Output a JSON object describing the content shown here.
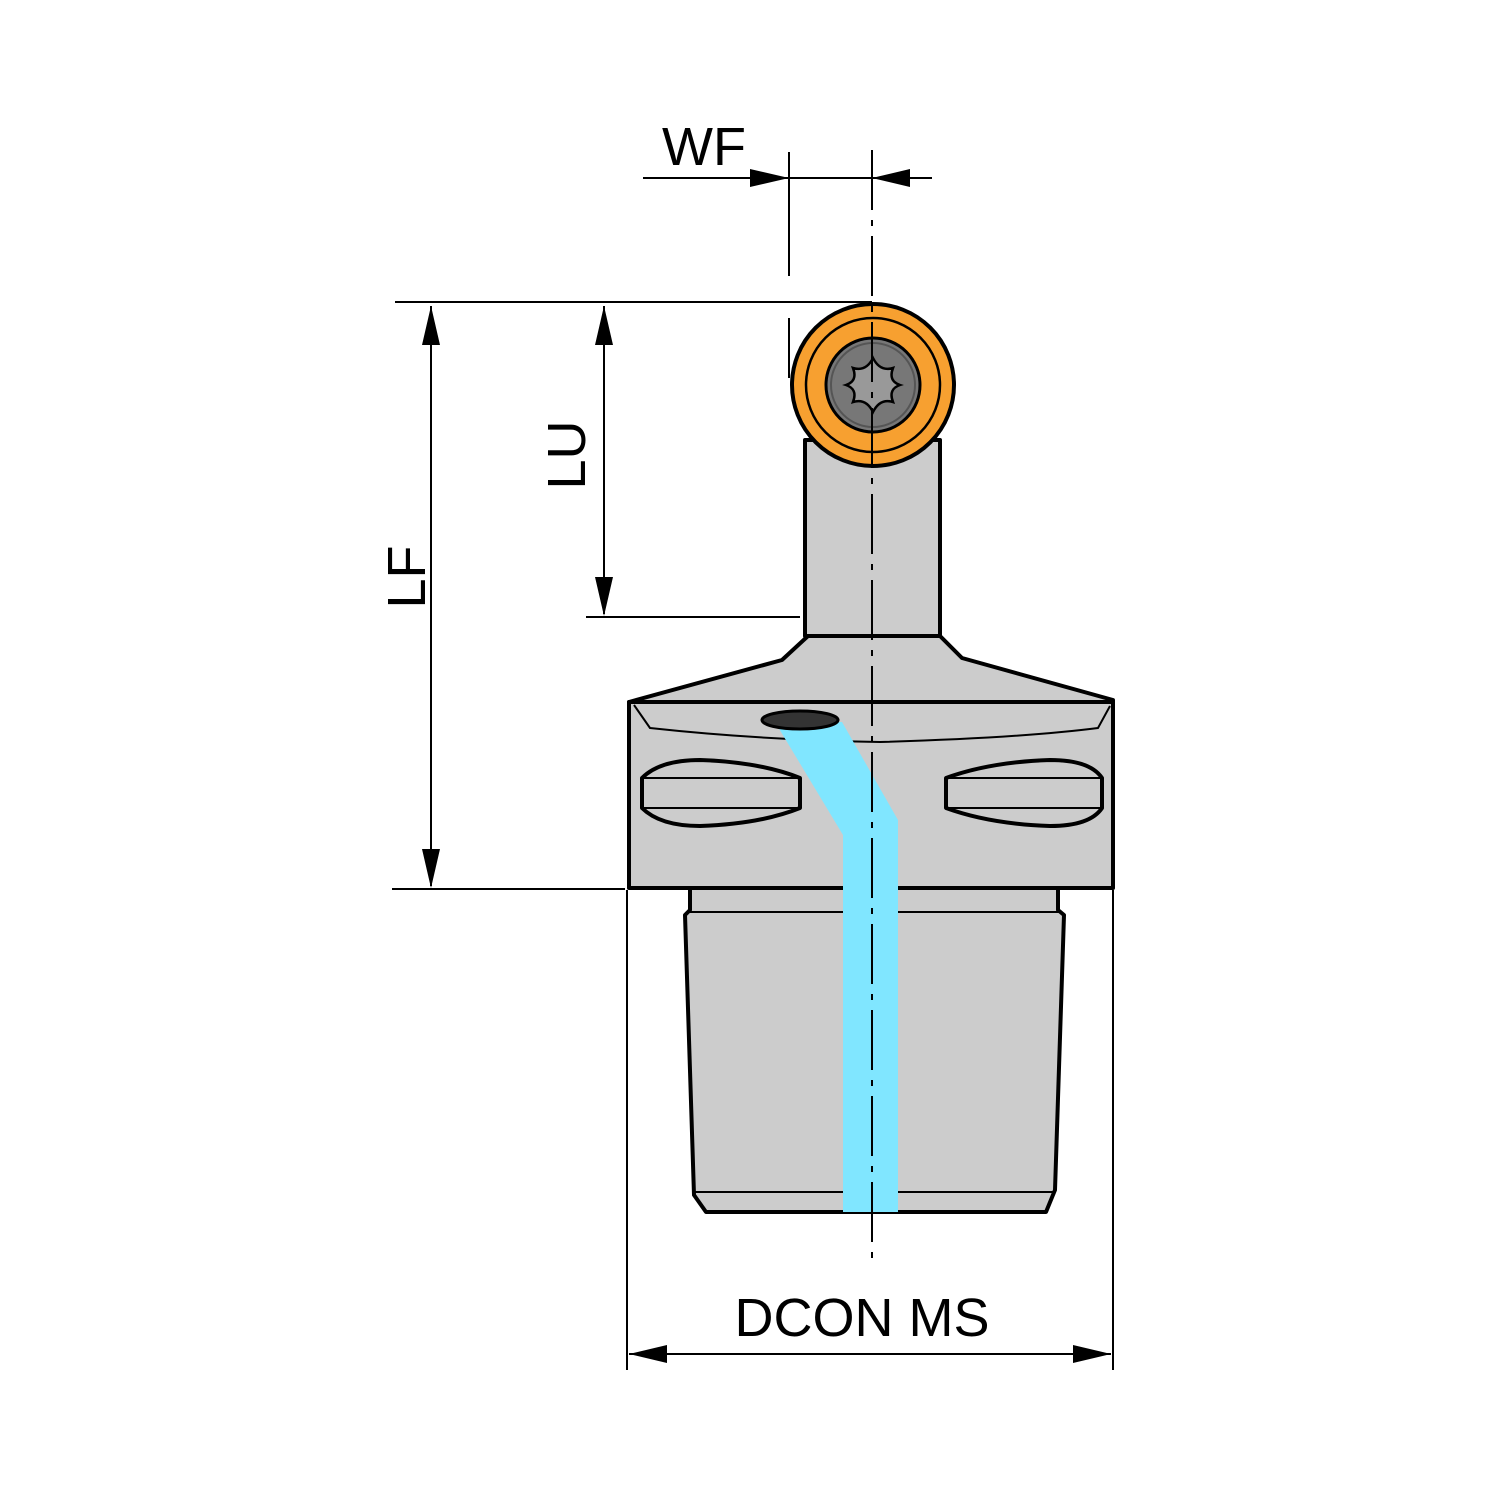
{
  "labels": {
    "wf": "WF",
    "lu": "LU",
    "lf": "LF",
    "dcon": "DCON MS"
  },
  "colors": {
    "body": "#cccccc",
    "insert": "#f7a030",
    "coolant": "#80e6ff",
    "screw": "#777777",
    "outline": "#000000"
  },
  "icons": {
    "screw": "torx-screw-icon"
  }
}
